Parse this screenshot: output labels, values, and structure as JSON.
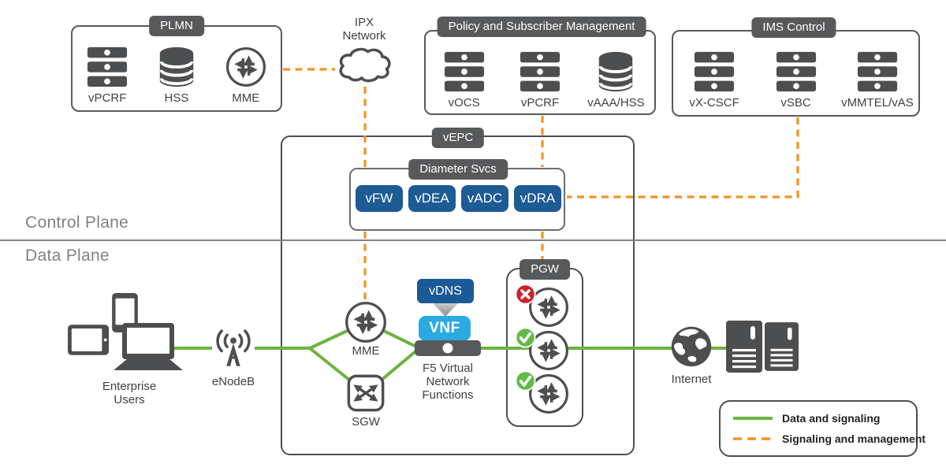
{
  "colors": {
    "data_line_green": "#6CB33F",
    "signal_line_orange": "#F6921E",
    "icon_gray": "#4D4E50",
    "tab_bg": "#58595B",
    "service_blue": "#1D5B94",
    "vnf_cyan": "#29ABE2",
    "status_up_green": "#62BB46",
    "status_down_red": "#D0202A"
  },
  "planes": {
    "control": "Control Plane",
    "data": "Data Plane"
  },
  "groups": [
    {
      "label": "PLMN",
      "nodes": [
        {
          "label": "vPCRF",
          "icon": "server-icon"
        },
        {
          "label": "HSS",
          "icon": "database-icon"
        },
        {
          "label": "MME",
          "icon": "router-icon"
        }
      ]
    },
    {
      "label": "Policy and Subscriber Management",
      "nodes": [
        {
          "label": "vOCS",
          "icon": "server-icon"
        },
        {
          "label": "vPCRF",
          "icon": "server-icon"
        },
        {
          "label": "vAAA/HSS",
          "icon": "database-icon"
        }
      ]
    },
    {
      "label": "IMS Control",
      "nodes": [
        {
          "label": "vX-CSCF",
          "icon": "server-icon"
        },
        {
          "label": "vSBC",
          "icon": "server-icon"
        },
        {
          "label": "vMMTEL/vAS",
          "icon": "server-icon"
        }
      ]
    }
  ],
  "ipx": {
    "label": "IPX Network",
    "icon": "cloud-icon"
  },
  "vepc": {
    "label": "vEPC",
    "diameter": {
      "label": "Diameter Svcs",
      "services": [
        "vFW",
        "vDEA",
        "vADC",
        "vDRA"
      ]
    },
    "mme": {
      "label": "MME",
      "icon": "router-icon"
    },
    "sgw": {
      "label": "SGW",
      "icon": "switch-icon"
    },
    "vdns": {
      "label": "vDNS"
    },
    "vnf": {
      "label": "VNF"
    },
    "f5": {
      "label": "F5 Virtual Network Functions",
      "icon": "appliance-icon"
    },
    "pgw": {
      "label": "PGW",
      "instances": [
        {
          "icon": "router-icon",
          "status": "down",
          "badge": "x-badge-icon"
        },
        {
          "icon": "router-icon",
          "status": "up",
          "badge": "check-badge-icon"
        },
        {
          "icon": "router-icon",
          "status": "up",
          "badge": "check-badge-icon"
        }
      ]
    }
  },
  "access": {
    "enterprise": {
      "label": "Enterprise Users",
      "icons": [
        "tablet-icon",
        "phone-icon",
        "laptop-icon"
      ]
    },
    "enodeb": {
      "label": "eNodeB",
      "icon": "antenna-icon"
    }
  },
  "internet": {
    "label": "Internet",
    "icon": "globe-icon",
    "servers_icon": "server-tower-icon"
  },
  "legend": {
    "items": [
      {
        "label": "Data and signaling",
        "style": "solid-green"
      },
      {
        "label": "Signaling and management",
        "style": "dashed-orange"
      }
    ]
  }
}
